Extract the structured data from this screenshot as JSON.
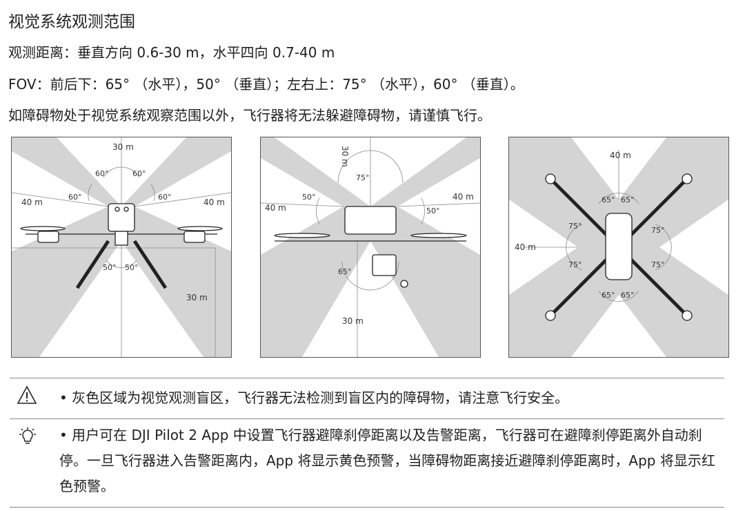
{
  "title": "视觉系统观测范围",
  "range_line": "观测距离：垂直方向 0.6-30 m，水平四向 0.7-40 m",
  "fov_line": "FOV：前后下：65° （水平），50° （垂直）；左右上：75° （水平），60° （垂直）。",
  "warning_line": "如障碍物处于视觉系统观察范围以外，飞行器将无法躲避障碍物，请谨慎飞行。",
  "diagram_front": {
    "top_dist": "30 m",
    "left_dist": "40 m",
    "right_dist": "40 m",
    "bottom_dist": "30 m",
    "angle_top_left": "60°",
    "angle_top_right": "60°",
    "angle_side_left": "60°",
    "angle_side_right": "60°",
    "angle_bottom_left": "50°",
    "angle_bottom_right": "50°"
  },
  "diagram_side": {
    "top_dist": "30 m",
    "left_dist": "40 m",
    "right_dist": "40 m",
    "bottom_dist": "30 m",
    "angle_top": "75°",
    "angle_left": "50°",
    "angle_right": "50°",
    "angle_bottom": "65°"
  },
  "diagram_top": {
    "top_dist": "40 m",
    "left_dist": "40 m",
    "angle_top_left": "65°",
    "angle_top_right": "65°",
    "angle_left_upper": "75°",
    "angle_right_upper": "75°",
    "angle_left_lower": "75°",
    "angle_right_lower": "75°",
    "angle_bottom_left": "65°",
    "angle_bottom_right": "65°"
  },
  "notes": {
    "caution": "• 灰色区域为视觉观测盲区，飞行器无法检测到盲区内的障碍物，请注意飞行安全。",
    "tip": "• 用户可在 DJI Pilot 2 App 中设置飞行器避障刹停距离以及告警距离，飞行器可在避障刹停距离外自动刹停。一旦飞行器进入告警距离内，App 将显示黄色预警，当障碍物距离接近避障刹停距离时，App 将显示红色预警。"
  },
  "colors": {
    "blind_zone": "#d4d4d4",
    "text": "#1f1f1f",
    "line": "#555555"
  }
}
